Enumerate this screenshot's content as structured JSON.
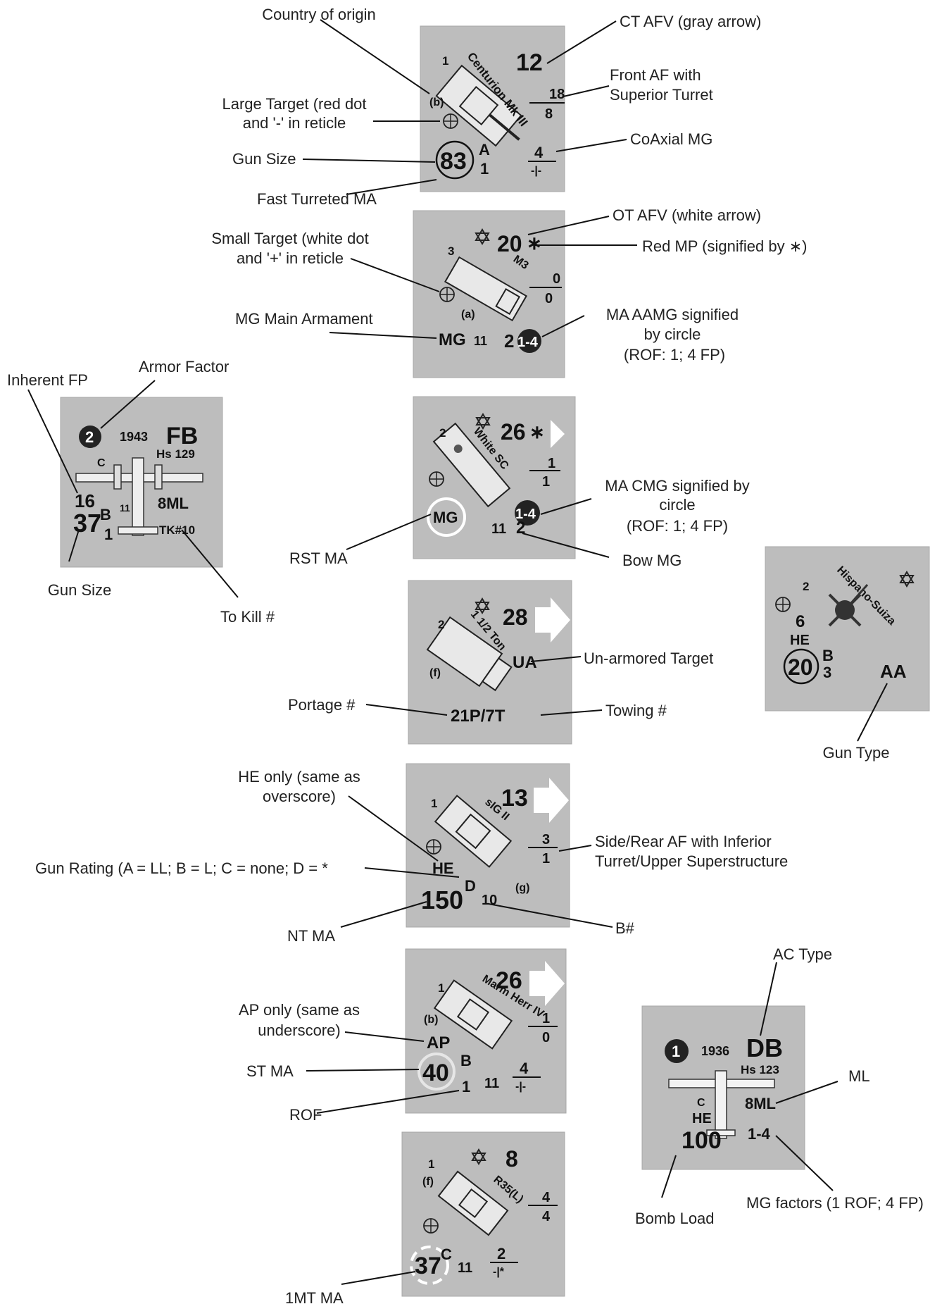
{
  "labels": {
    "country_of_origin": "Country of origin",
    "ct_afv": "CT AFV (gray arrow)",
    "front_af_1": "Front AF with",
    "front_af_2": "Superior Turret",
    "large_target_1": "Large Target (red dot",
    "large_target_2": "and '-' in reticle",
    "gun_size_a": "Gun Size",
    "coaxial_mg": "CoAxial MG",
    "fast_turreted": "Fast Turreted MA",
    "ot_afv": "OT AFV (white arrow)",
    "small_target_1": "Small Target (white dot",
    "small_target_2": "and '+' in reticle",
    "red_mp": "Red MP (signified by ∗)",
    "mg_main": "MG Main Armament",
    "ma_aamg_1": "MA AAMG signified",
    "ma_aamg_2": "by circle",
    "ma_aamg_3": "(ROF: 1; 4 FP)",
    "armor_factor": "Armor Factor",
    "inherent_fp": "Inherent FP",
    "gun_size_b": "Gun Size",
    "to_kill": "To Kill #",
    "ma_cmg_1": "MA CMG signified by",
    "ma_cmg_2": "circle",
    "ma_cmg_3": "(ROF: 1; 4 FP)",
    "rst_ma": "RST MA",
    "bow_mg": "Bow MG",
    "unarmored": "Un-armored Target",
    "portage": "Portage #",
    "towing": "Towing #",
    "gun_type": "Gun Type",
    "he_only_1": "HE only (same as",
    "he_only_2": "overscore)",
    "side_rear_1": "Side/Rear AF with Inferior",
    "side_rear_2": "Turret/Upper Superstructure",
    "gun_rating": "Gun Rating (A = LL; B = L; C = none; D = *",
    "nt_ma": "NT MA",
    "b_num": "B#",
    "ac_type": "AC Type",
    "ap_only_1": "AP only (same as",
    "ap_only_2": "underscore)",
    "st_ma": "ST MA",
    "rof": "ROF",
    "ml": "ML",
    "mg_factors": "MG factors (1 ROF; 4 FP)",
    "bomb_load": "Bomb Load",
    "one_mt_ma": "1MT MA"
  },
  "counters": {
    "centurion": {
      "name": "Centurion Mk III",
      "bpv": "12",
      "country": "(b)",
      "num": "1",
      "front_af": "18",
      "side_af": "8",
      "gun": "83",
      "rating": "A",
      "rof": "1",
      "coax": "4",
      "coax_sub": "-|-"
    },
    "m3": {
      "name": "M3",
      "mp": "20",
      "num": "3",
      "country": "(a)",
      "front_af": "0",
      "side_af": "0",
      "ma": "MG",
      "b_num": "11",
      "bow": "2",
      "aamg": "1-4"
    },
    "white_sc": {
      "name": "White SC",
      "mp": "26",
      "num": "2",
      "front_af": "1",
      "side_af": "1",
      "ma": "MG",
      "cmg": "1-4",
      "b_num": "11",
      "bow": "2"
    },
    "half_ton": {
      "name": "1 1/2 Ton",
      "mp": "28",
      "num": "2",
      "country": "(f)",
      "ua": "UA",
      "pt": "21P/7T"
    },
    "sig2": {
      "name": "sIG II",
      "mp": "13",
      "num": "1",
      "front_af": "3",
      "side_af": "1",
      "he": "HE",
      "gun": "150",
      "rating": "D",
      "b_num": "10",
      "country": "(g)"
    },
    "marm": {
      "name": "Marm Herr IV",
      "mp": "26",
      "num": "1",
      "country": "(b)",
      "front_af": "1",
      "side_af": "0",
      "ap": "AP",
      "gun": "40",
      "rating": "B",
      "rof": "1",
      "b_num": "11",
      "mg": "4",
      "mg_sub": "-|-"
    },
    "r35": {
      "name": "R35(L)",
      "mp": "8",
      "num": "1",
      "country": "(f)",
      "front_af": "4",
      "side_af": "4",
      "gun": "37",
      "rating": "C",
      "b_num": "11",
      "mg": "2",
      "mg_sub": "-|*"
    },
    "hs129": {
      "af": "2",
      "year": "1943",
      "type": "FB",
      "name": "Hs 129",
      "c": "C",
      "fp": "16",
      "gun": "37",
      "rating": "B",
      "b_num": "11",
      "ml": "8ML",
      "rof": "1",
      "tk": "TK#10"
    },
    "hispano": {
      "name": "Hispano-Suiza",
      "num": "2",
      "fp": "6",
      "he": "HE",
      "gun": "20",
      "rating": "B",
      "rof": "3",
      "gun_type": "AA"
    },
    "hs123": {
      "af": "1",
      "year": "1936",
      "type": "DB",
      "name": "Hs 123",
      "c": "C",
      "ml": "8ML",
      "he": "HE",
      "bomb": "100",
      "mg": "1-4"
    }
  }
}
